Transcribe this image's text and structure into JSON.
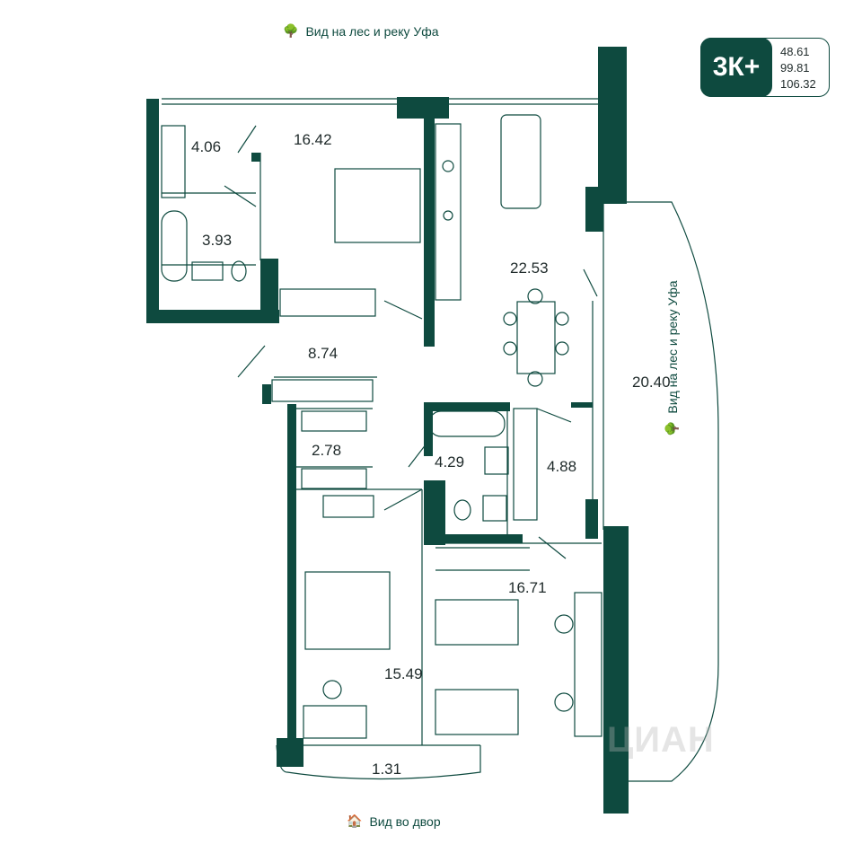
{
  "views": {
    "top": "Вид на лес и реку Уфа",
    "right": "Вид на лес и реку Уфа",
    "bottom": "Вид во двор"
  },
  "badge": {
    "type": "3К+",
    "living_area": "48.61",
    "total_area": "99.81",
    "total_area_with_balcony": "106.32"
  },
  "rooms": {
    "wardrobe": "4.06",
    "bedroom_top": "16.42",
    "bathroom_top": "3.93",
    "hall": "8.74",
    "kitchen_living": "22.53",
    "terrace": "20.40",
    "storage": "2.78",
    "bathroom_mid": "4.29",
    "wardrobe_mid": "4.88",
    "bedroom_bottom_left": "15.49",
    "bedroom_kids": "16.71",
    "balcony": "1.31"
  },
  "watermark": "ЦИАН",
  "colors": {
    "wall": "#0e4a3f",
    "line": "#0e4a3f",
    "text": "#1f2a2a"
  }
}
